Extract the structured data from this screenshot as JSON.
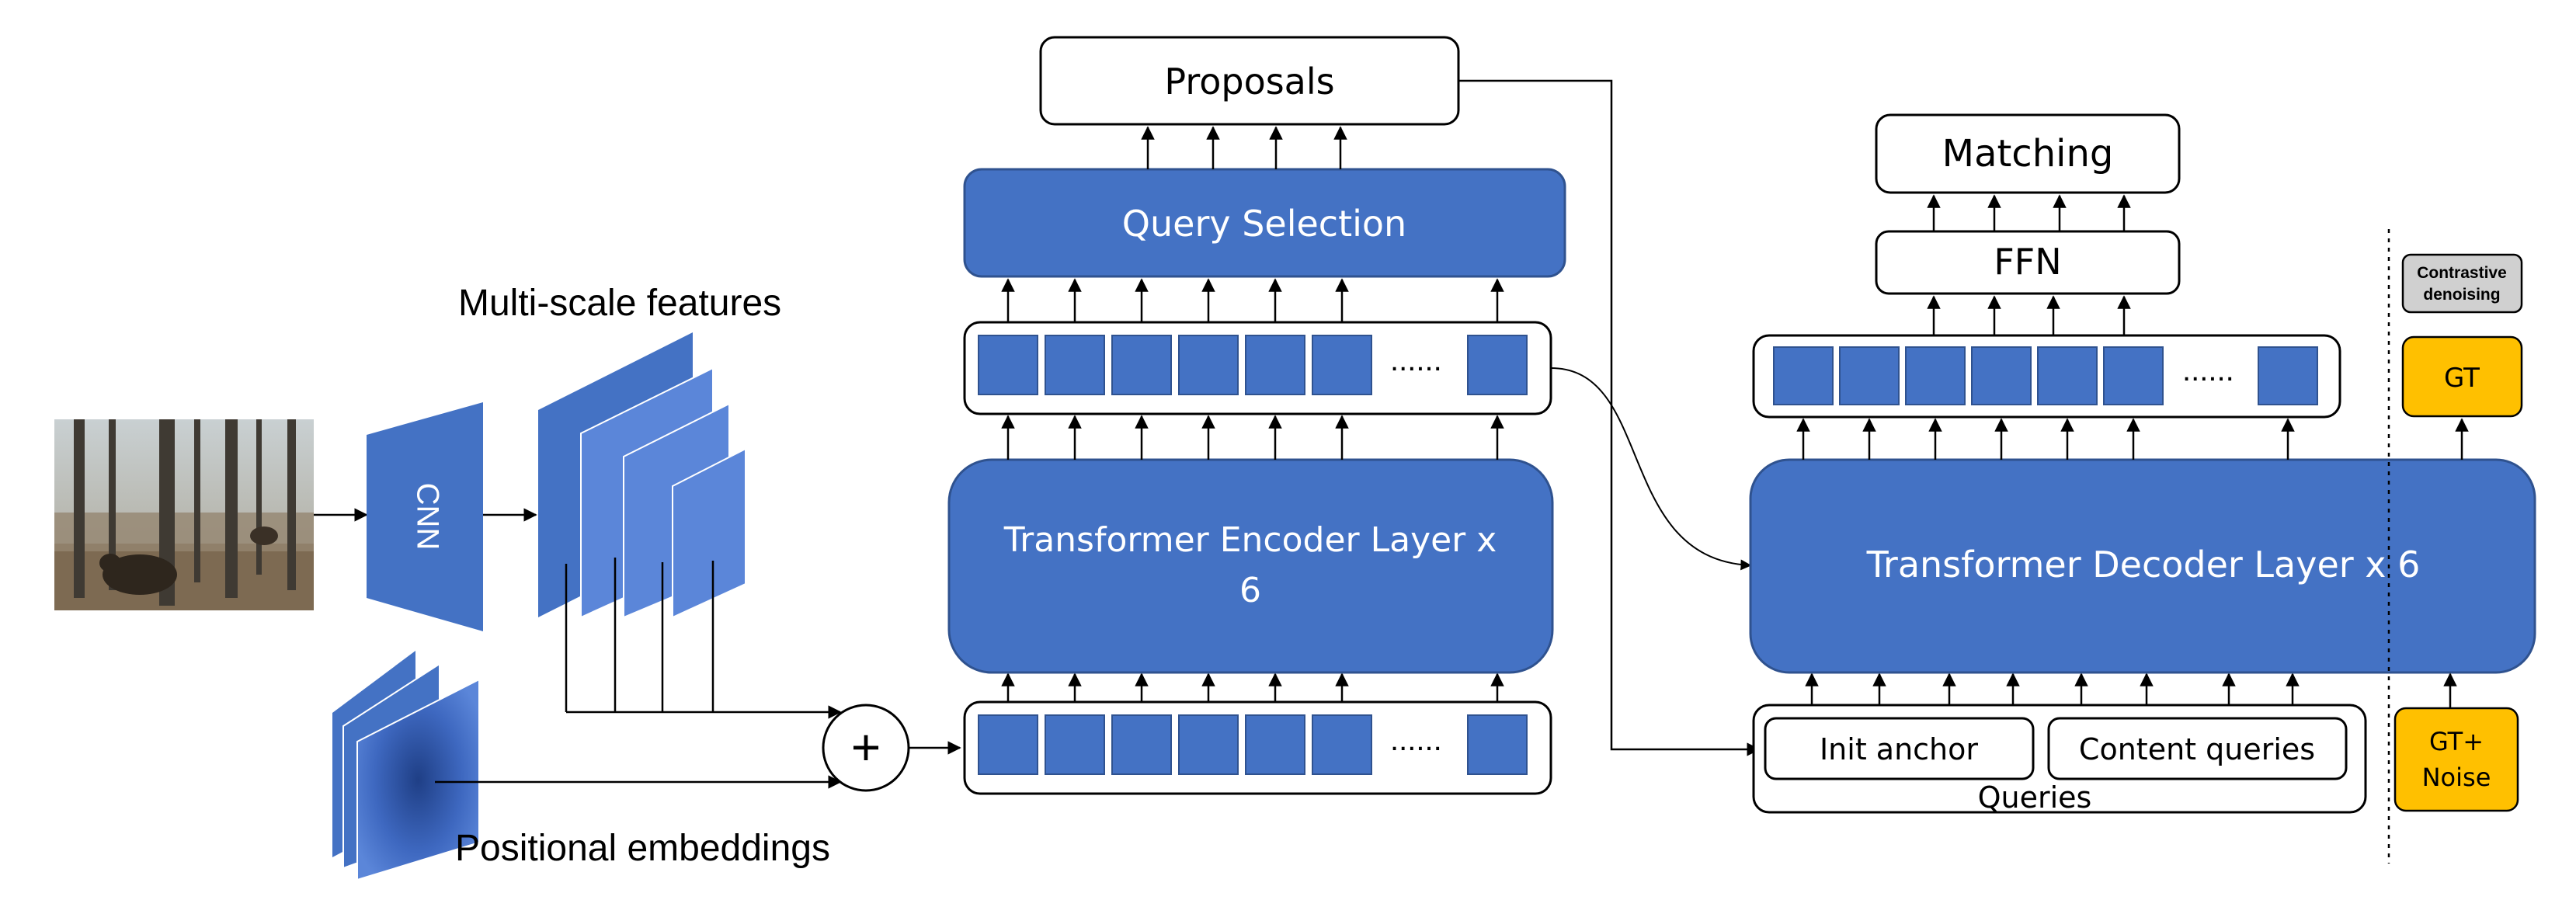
{
  "labels": {
    "cnn": "CNN",
    "multiscale": "Multi-scale features",
    "positional": "Positional embeddings",
    "plus": "+",
    "query_selection": "Query Selection",
    "proposals": "Proposals",
    "encoder_line1": "Transformer Encoder Layer x",
    "encoder_line2": "6",
    "decoder": "Transformer Decoder Layer x 6",
    "ffn": "FFN",
    "matching": "Matching",
    "init_anchor": "Init anchor",
    "content_queries": "Content queries",
    "queries": "Queries",
    "contrastive_line1": "Contrastive",
    "contrastive_line2": "denoising",
    "gt": "GT",
    "gt_noise_line1": "GT+",
    "gt_noise_line2": "Noise",
    "ellipsis": "......"
  },
  "colors": {
    "block_blue": "#4472c4",
    "feature_blue": "#5b86d9",
    "gt_yellow": "#ffc000",
    "label_gray": "#d0d0d0",
    "line": "#000000"
  },
  "icons": {
    "input_image": "forest-wildlife-photo"
  }
}
